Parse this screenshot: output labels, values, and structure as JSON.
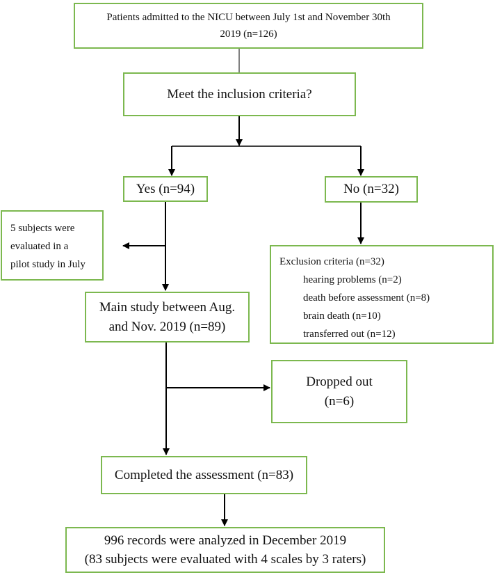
{
  "admitted": {
    "line1": "Patients admitted to the NICU between July 1st and November 30th",
    "line2": "2019 (n=126)"
  },
  "inclusion": "Meet the inclusion criteria?",
  "yes": "Yes (n=94)",
  "no": "No (n=32)",
  "pilot": {
    "line1": "5 subjects were",
    "line2": "evaluated in a",
    "line3": "pilot study in July"
  },
  "main": {
    "line1": "Main study between Aug.",
    "line2": "and Nov. 2019 (n=89)"
  },
  "exclusion": {
    "title": "Exclusion criteria (n=32)",
    "items": [
      "hearing problems (n=2)",
      "death before assessment (n=8)",
      "brain death (n=10)",
      "transferred out (n=12)"
    ]
  },
  "dropped": {
    "line1": "Dropped out",
    "line2": "(n=6)"
  },
  "completed": "Completed the assessment (n=83)",
  "analyzed": {
    "line1": "996 records were analyzed in December 2019",
    "line2": "(83 subjects were evaluated with 4 scales by 3 raters)"
  },
  "colors": {
    "box_border": "#7cb84f",
    "arrow": "#000000"
  }
}
